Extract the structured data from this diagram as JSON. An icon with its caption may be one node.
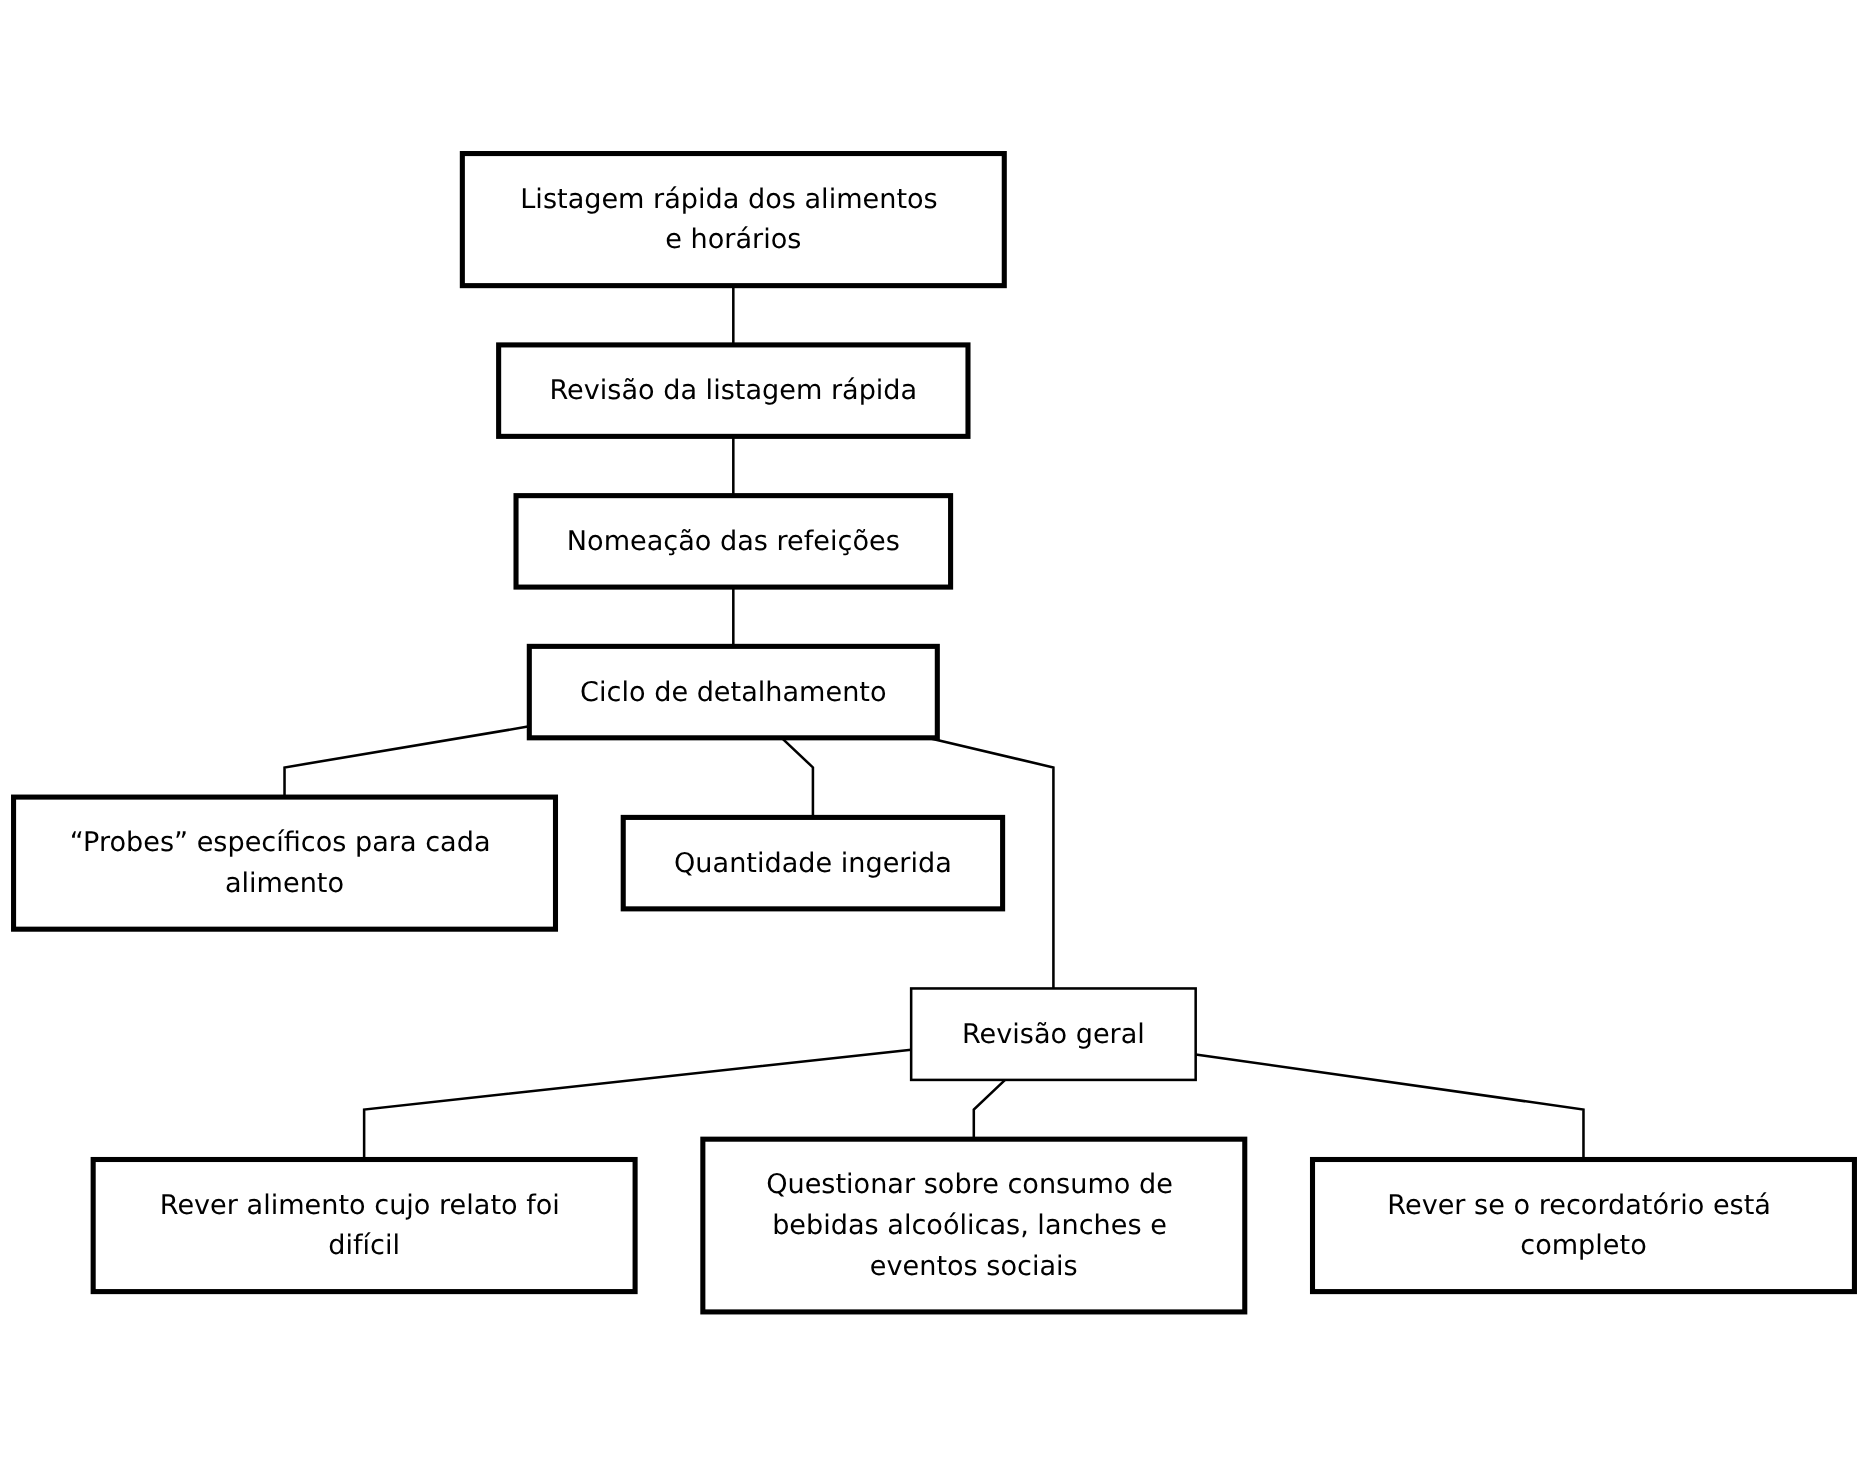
{
  "diagram": {
    "nodes": [
      {
        "text": [
          "Listagem rápida dos alimentos e horários"
        ]
      },
      {
        "text": [
          "Revisão da listagem rápida"
        ]
      },
      {
        "text": [
          "Nomeação das refeições"
        ]
      },
      {
        "text": [
          "Ciclo de detalhamento"
        ]
      },
      {
        "text": [
          "“Probes” específicos para cada alimento"
        ]
      },
      {
        "text": [
          "Quantidade ingerida"
        ]
      },
      {
        "text": [
          "Revisão geral"
        ]
      },
      {
        "text": [
          "Rever alimento cujo relato foi difícil"
        ]
      },
      {
        "text": [
          "Questionar sobre consumo de bebidas alcoólicas, lanches e eventos sociais"
        ]
      },
      {
        "text": [
          "Rever se o recordatório está completo"
        ]
      }
    ],
    "edges": [
      {
        "from": 0,
        "to": 1,
        "arrow": "none"
      },
      {
        "from": 1,
        "to": 2,
        "arrow": "none"
      },
      {
        "from": 2,
        "to": 3,
        "arrow": "none"
      },
      {
        "from": 3,
        "to": 4,
        "arrow": "none"
      },
      {
        "from": 3,
        "to": 5,
        "arrow": "none"
      },
      {
        "from": 3,
        "to": 6,
        "arrow": "none"
      },
      {
        "from": 6,
        "to": 7,
        "arrow": "none"
      },
      {
        "from": 6,
        "to": 8,
        "arrow": "none"
      },
      {
        "from": 6,
        "to": 9,
        "arrow": "none"
      }
    ]
  }
}
